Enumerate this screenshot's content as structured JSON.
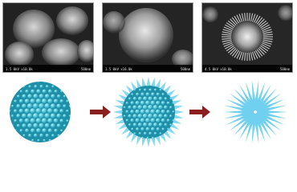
{
  "sem_panels": [
    {
      "info": "1.5 0kV x10.0k",
      "scale": "500nm"
    },
    {
      "info": "1.5 0kV x10.0k",
      "scale": "500nm"
    },
    {
      "info": "4.5 0kV x10.0k",
      "scale": "500nm"
    }
  ],
  "colors": {
    "sphere": "#56c9dc",
    "sphere_shadow": "#1f8fa8",
    "spike": "#6fd0ef",
    "arrow": "#8b1e1e",
    "sem_bg": "#1a1a1a"
  },
  "icons": [
    "right-arrow-icon",
    "right-arrow-icon"
  ]
}
